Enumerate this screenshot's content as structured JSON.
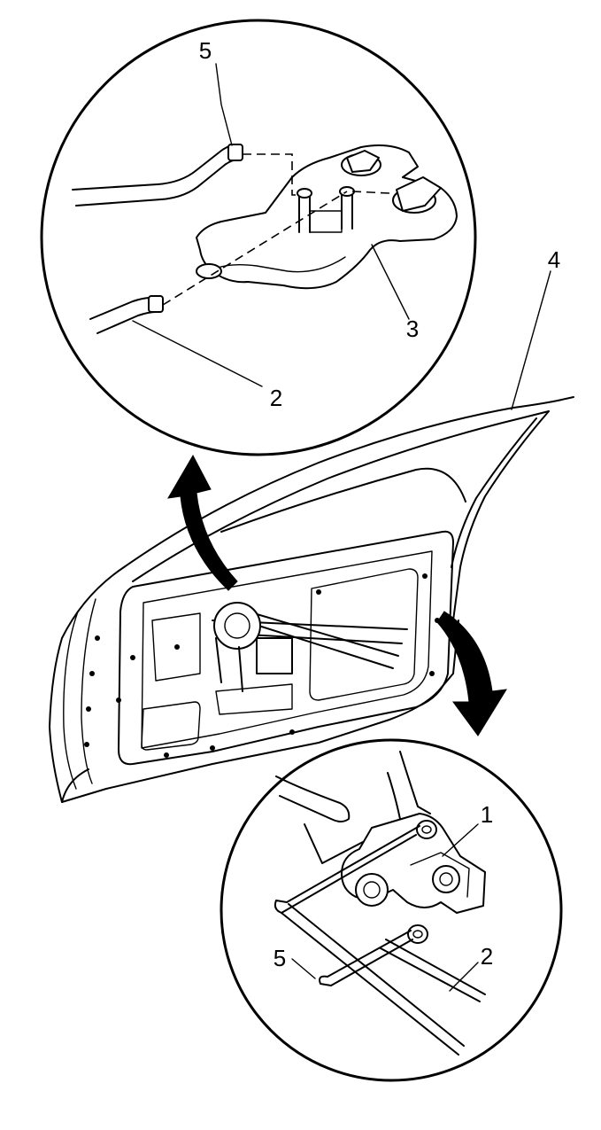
{
  "callouts": {
    "top_5": "5",
    "top_3": "3",
    "top_2": "2",
    "door_4": "4",
    "bottom_1": "1",
    "bottom_2": "2",
    "bottom_5": "5"
  },
  "colors": {
    "line": "#000000",
    "background": "#ffffff"
  }
}
